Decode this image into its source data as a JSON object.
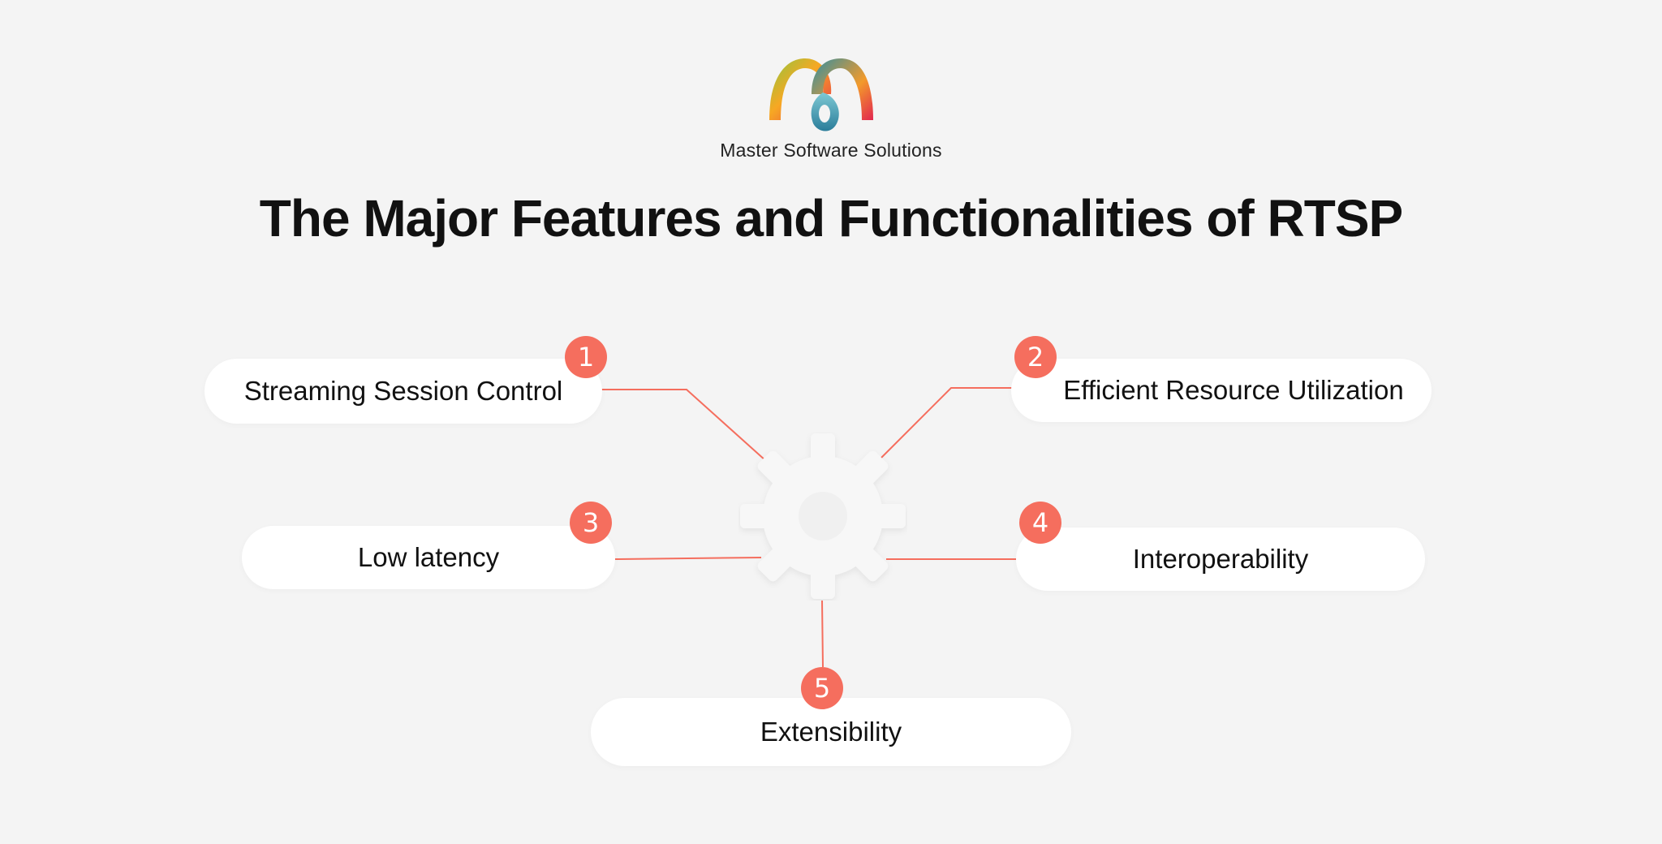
{
  "header": {
    "company_name": "Master Software Solutions",
    "title": "The Major Features and Functionalities of RTSP"
  },
  "features": [
    {
      "number": "1",
      "label": "Streaming Session Control"
    },
    {
      "number": "2",
      "label": "Efficient Resource Utilization"
    },
    {
      "number": "3",
      "label": "Low latency"
    },
    {
      "number": "4",
      "label": "Interoperability"
    },
    {
      "number": "5",
      "label": "Extensibility"
    }
  ],
  "colors": {
    "accent": "#f56e5e",
    "background": "#f4f4f4",
    "pill": "#ffffff",
    "gear": "#f7f7f7",
    "text": "#111111"
  },
  "icons": {
    "logo": "master-software-solutions-logo",
    "center": "gear-icon"
  }
}
